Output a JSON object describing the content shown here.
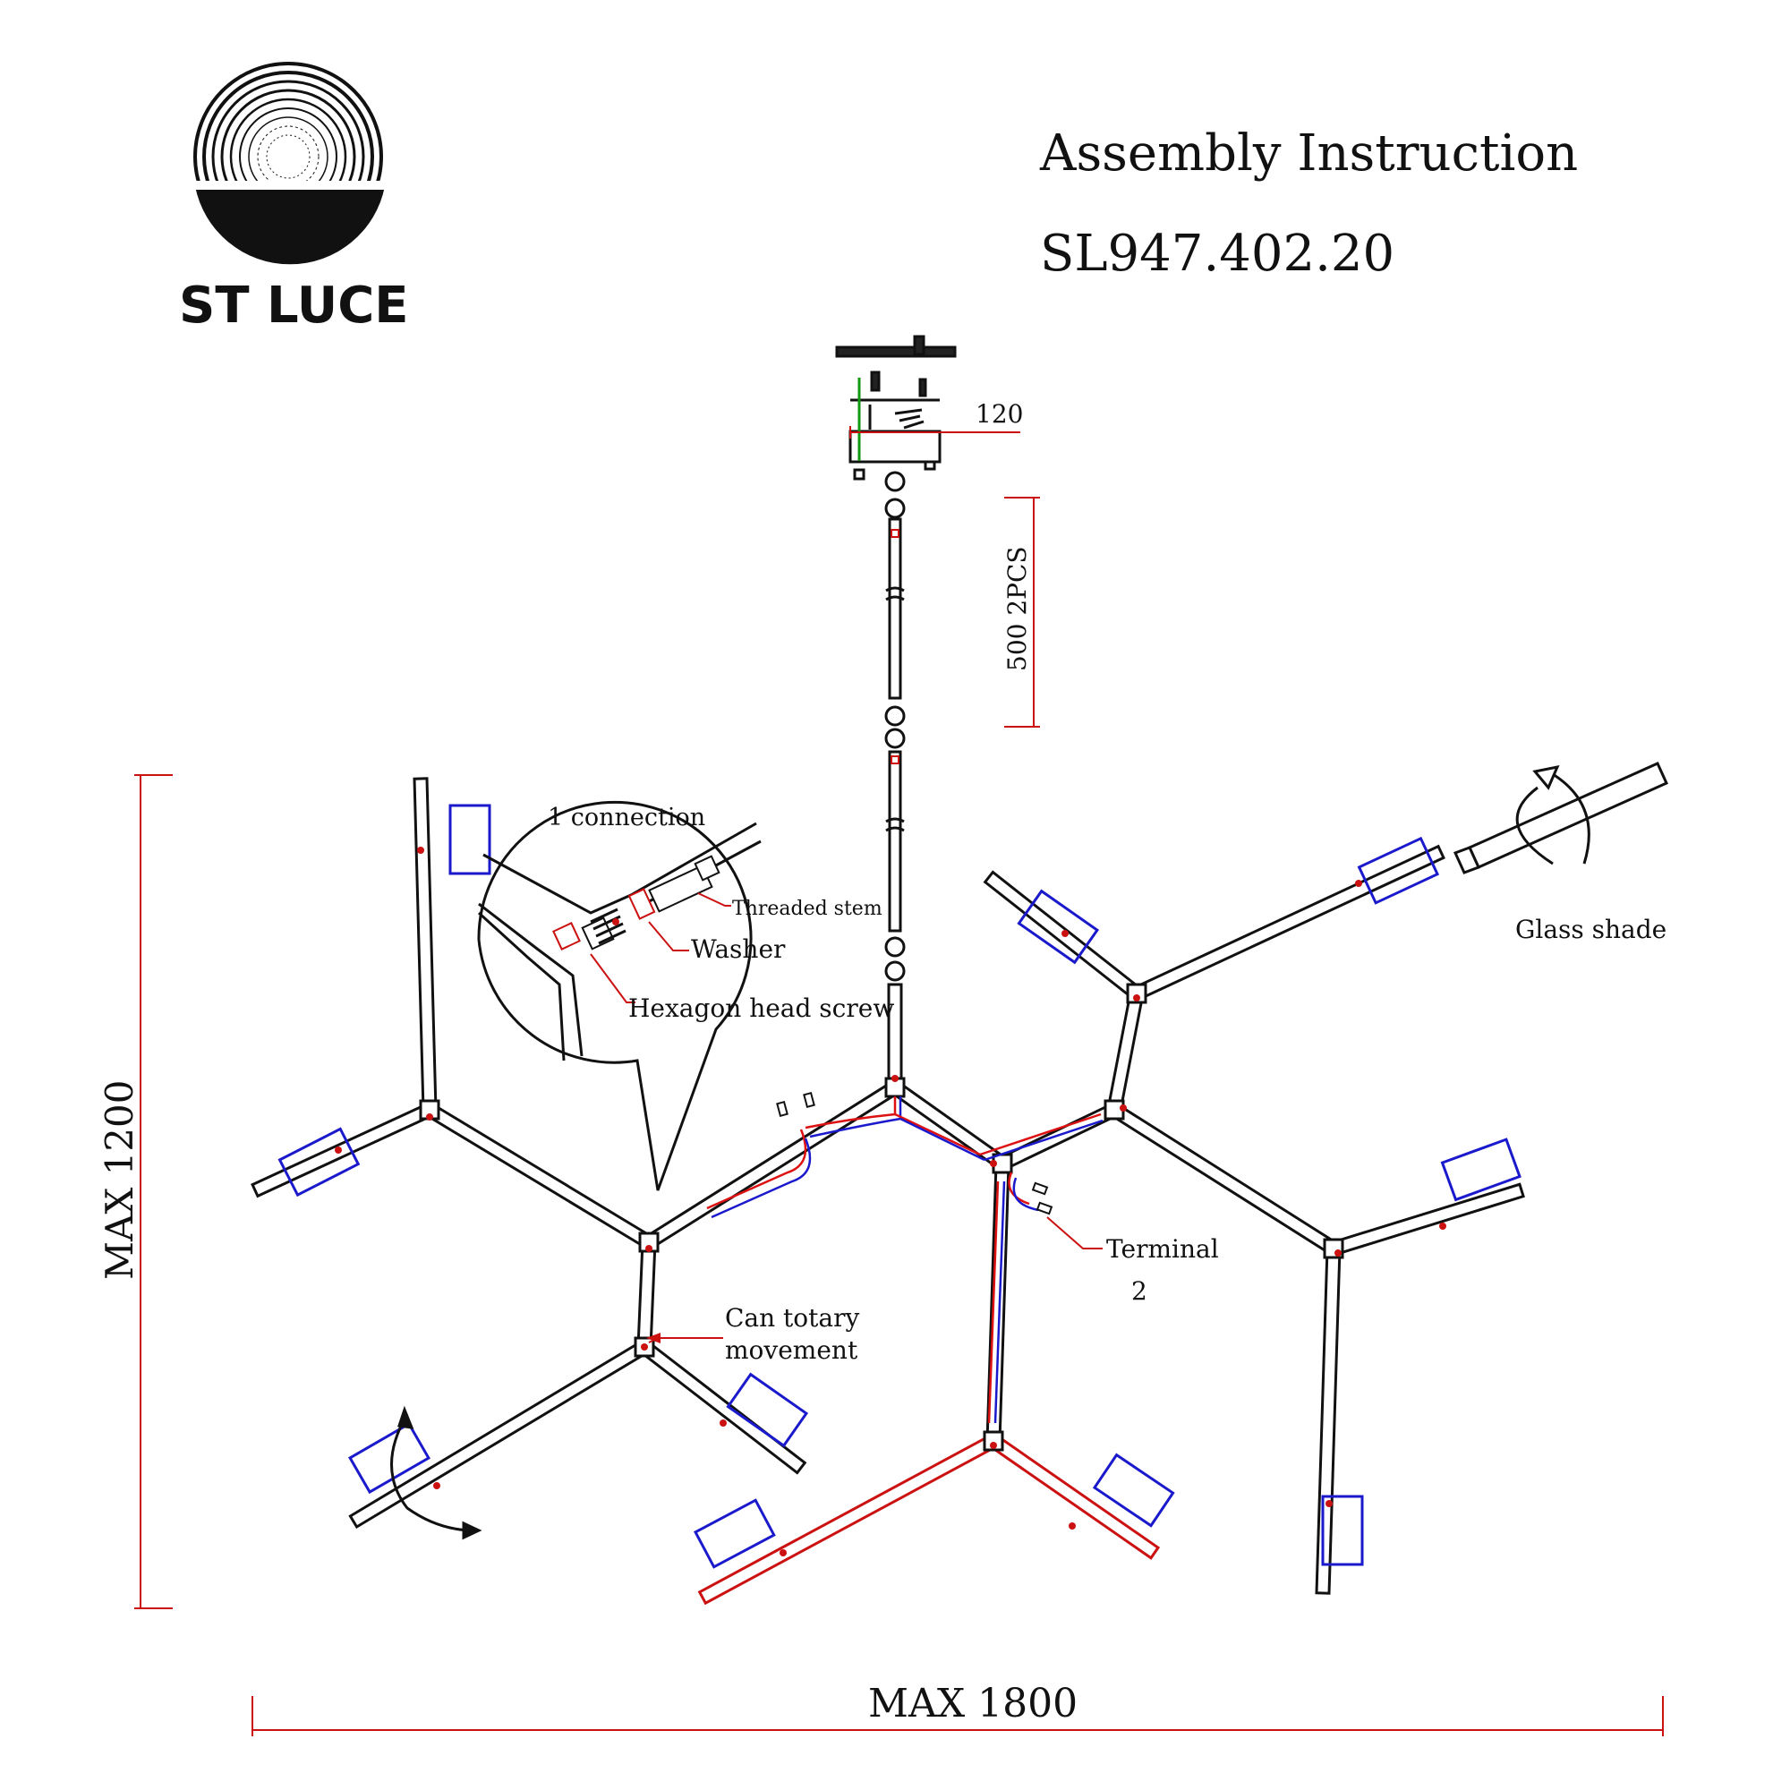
{
  "brand": {
    "name": "ST LUCE"
  },
  "header": {
    "title": "Assembly Instruction",
    "model": "SL947.402.20"
  },
  "dimensions": {
    "canopy_width": "120",
    "rod_length": "500 2PCS",
    "max_height": "MAX 1200",
    "max_width": "MAX 1800"
  },
  "callout": {
    "title": "1 connection",
    "labels": [
      "Threaded stem",
      "Washer",
      "Hexagon head screw"
    ]
  },
  "labels": {
    "glass_shade": "Glass shade",
    "rotation": "Can totary movement",
    "terminal": "Terminal",
    "terminal_count": "2"
  },
  "colors": {
    "line": "#111111",
    "dimension": "#cc1111",
    "shade": "#1a1acc",
    "wire_red": "#dd1111",
    "wire_blue": "#1a1acc",
    "ground": "#119911"
  }
}
